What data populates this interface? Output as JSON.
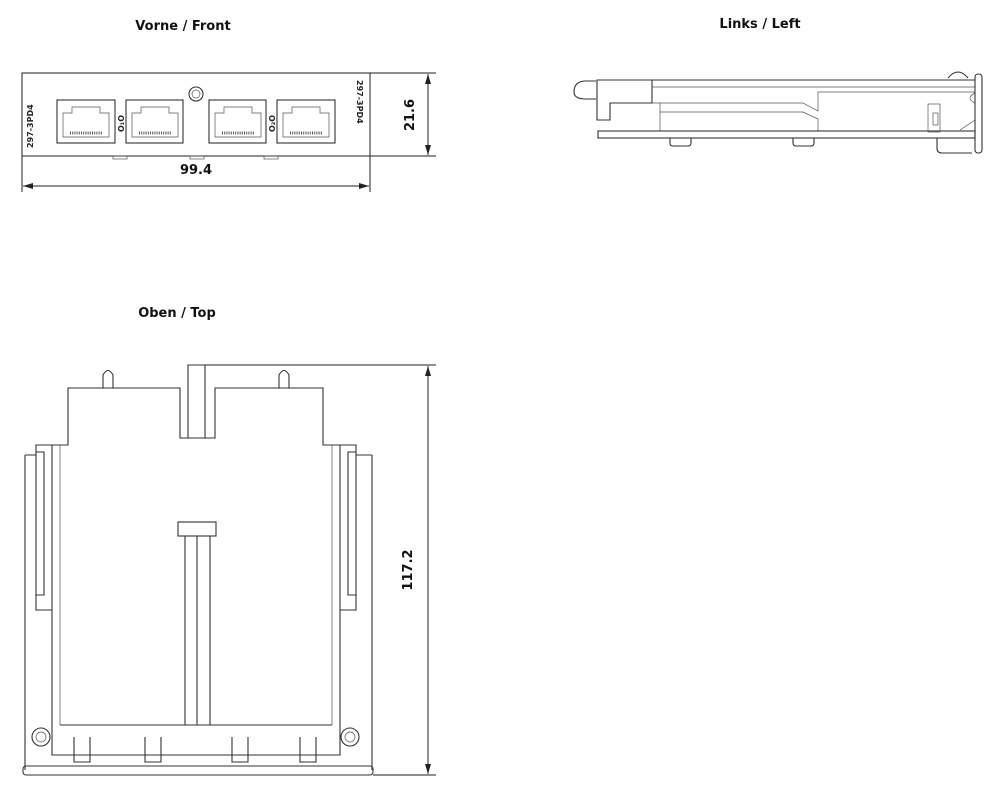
{
  "views": {
    "front": {
      "title": "Vorne / Front",
      "width_dim": "99.4",
      "height_dim": "21.6",
      "part_label": "297-3PD4",
      "port_labels": [
        "O₁O",
        "O₂O"
      ]
    },
    "left": {
      "title": "Links / Left"
    },
    "top": {
      "title": "Oben / Top",
      "depth_dim": "117.2"
    }
  }
}
